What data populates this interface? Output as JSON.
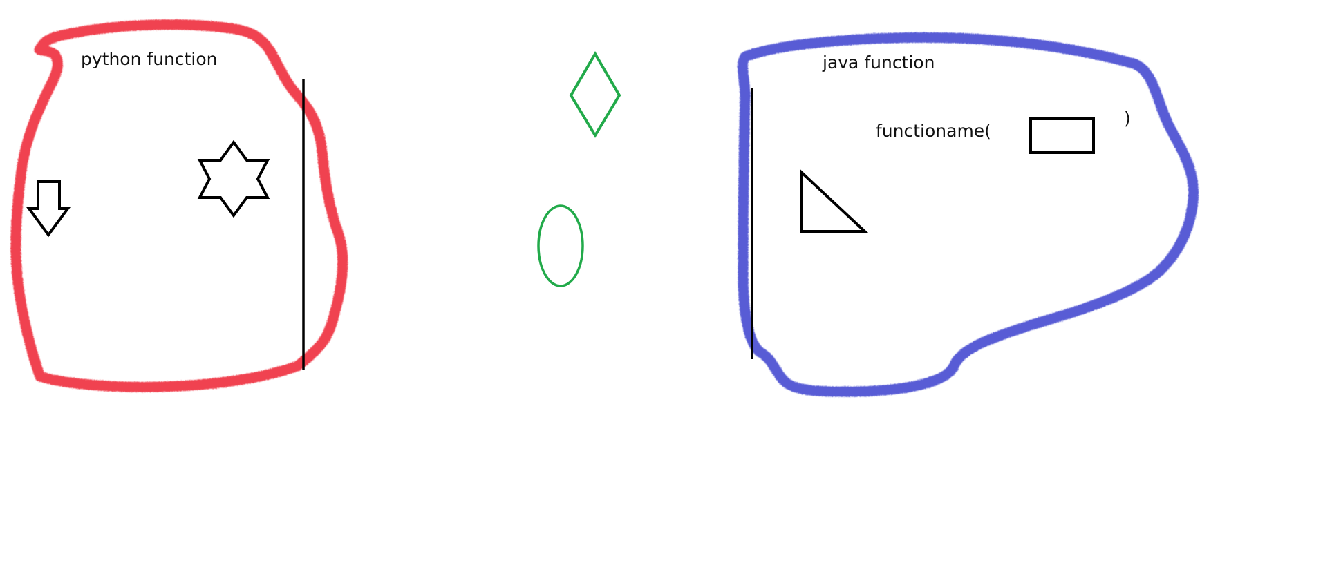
{
  "labels": {
    "python": "python function",
    "java": "java function",
    "function_open": "functioname(",
    "function_close": ")"
  },
  "colors": {
    "python_region": "#ee2230",
    "java_region": "#3a3fce",
    "green_shapes": "#22aa4a",
    "black_shapes": "#000000"
  },
  "shapes": {
    "python_region": [
      "down-arrow-icon",
      "six-point-star-icon",
      "vertical-line"
    ],
    "between": [
      "diamond-icon",
      "ellipse-icon"
    ],
    "java_region": [
      "vertical-line",
      "right-triangle-icon",
      "rectangle-icon"
    ]
  }
}
